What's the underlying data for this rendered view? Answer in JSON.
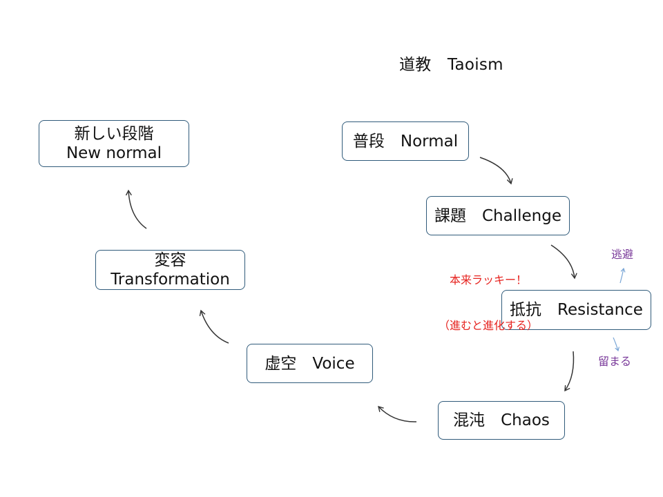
{
  "title": "道教　Taoism",
  "nodes": {
    "normal": "普段　Normal",
    "challenge": "課題　Challenge",
    "resistance": "抵抗　Resistance",
    "chaos": "混沌　Chaos",
    "voice": "虚空　Voice",
    "transformation": {
      "line1": "変容",
      "line2": "Transformation"
    },
    "new_normal": {
      "line1": "新しい段階",
      "line2": "New normal"
    }
  },
  "annotations": {
    "lucky_line1": "本来ラッキー！",
    "lucky_line2": "（進むと進化する）",
    "escape": "逃避",
    "stay": "留まる"
  },
  "colors": {
    "box_border": "#2f5a7a",
    "cycle_arrow": "#333333",
    "side_arrow": "#7aa6d6",
    "red_note": "#e6231f",
    "purple_note": "#7a3a9a"
  }
}
